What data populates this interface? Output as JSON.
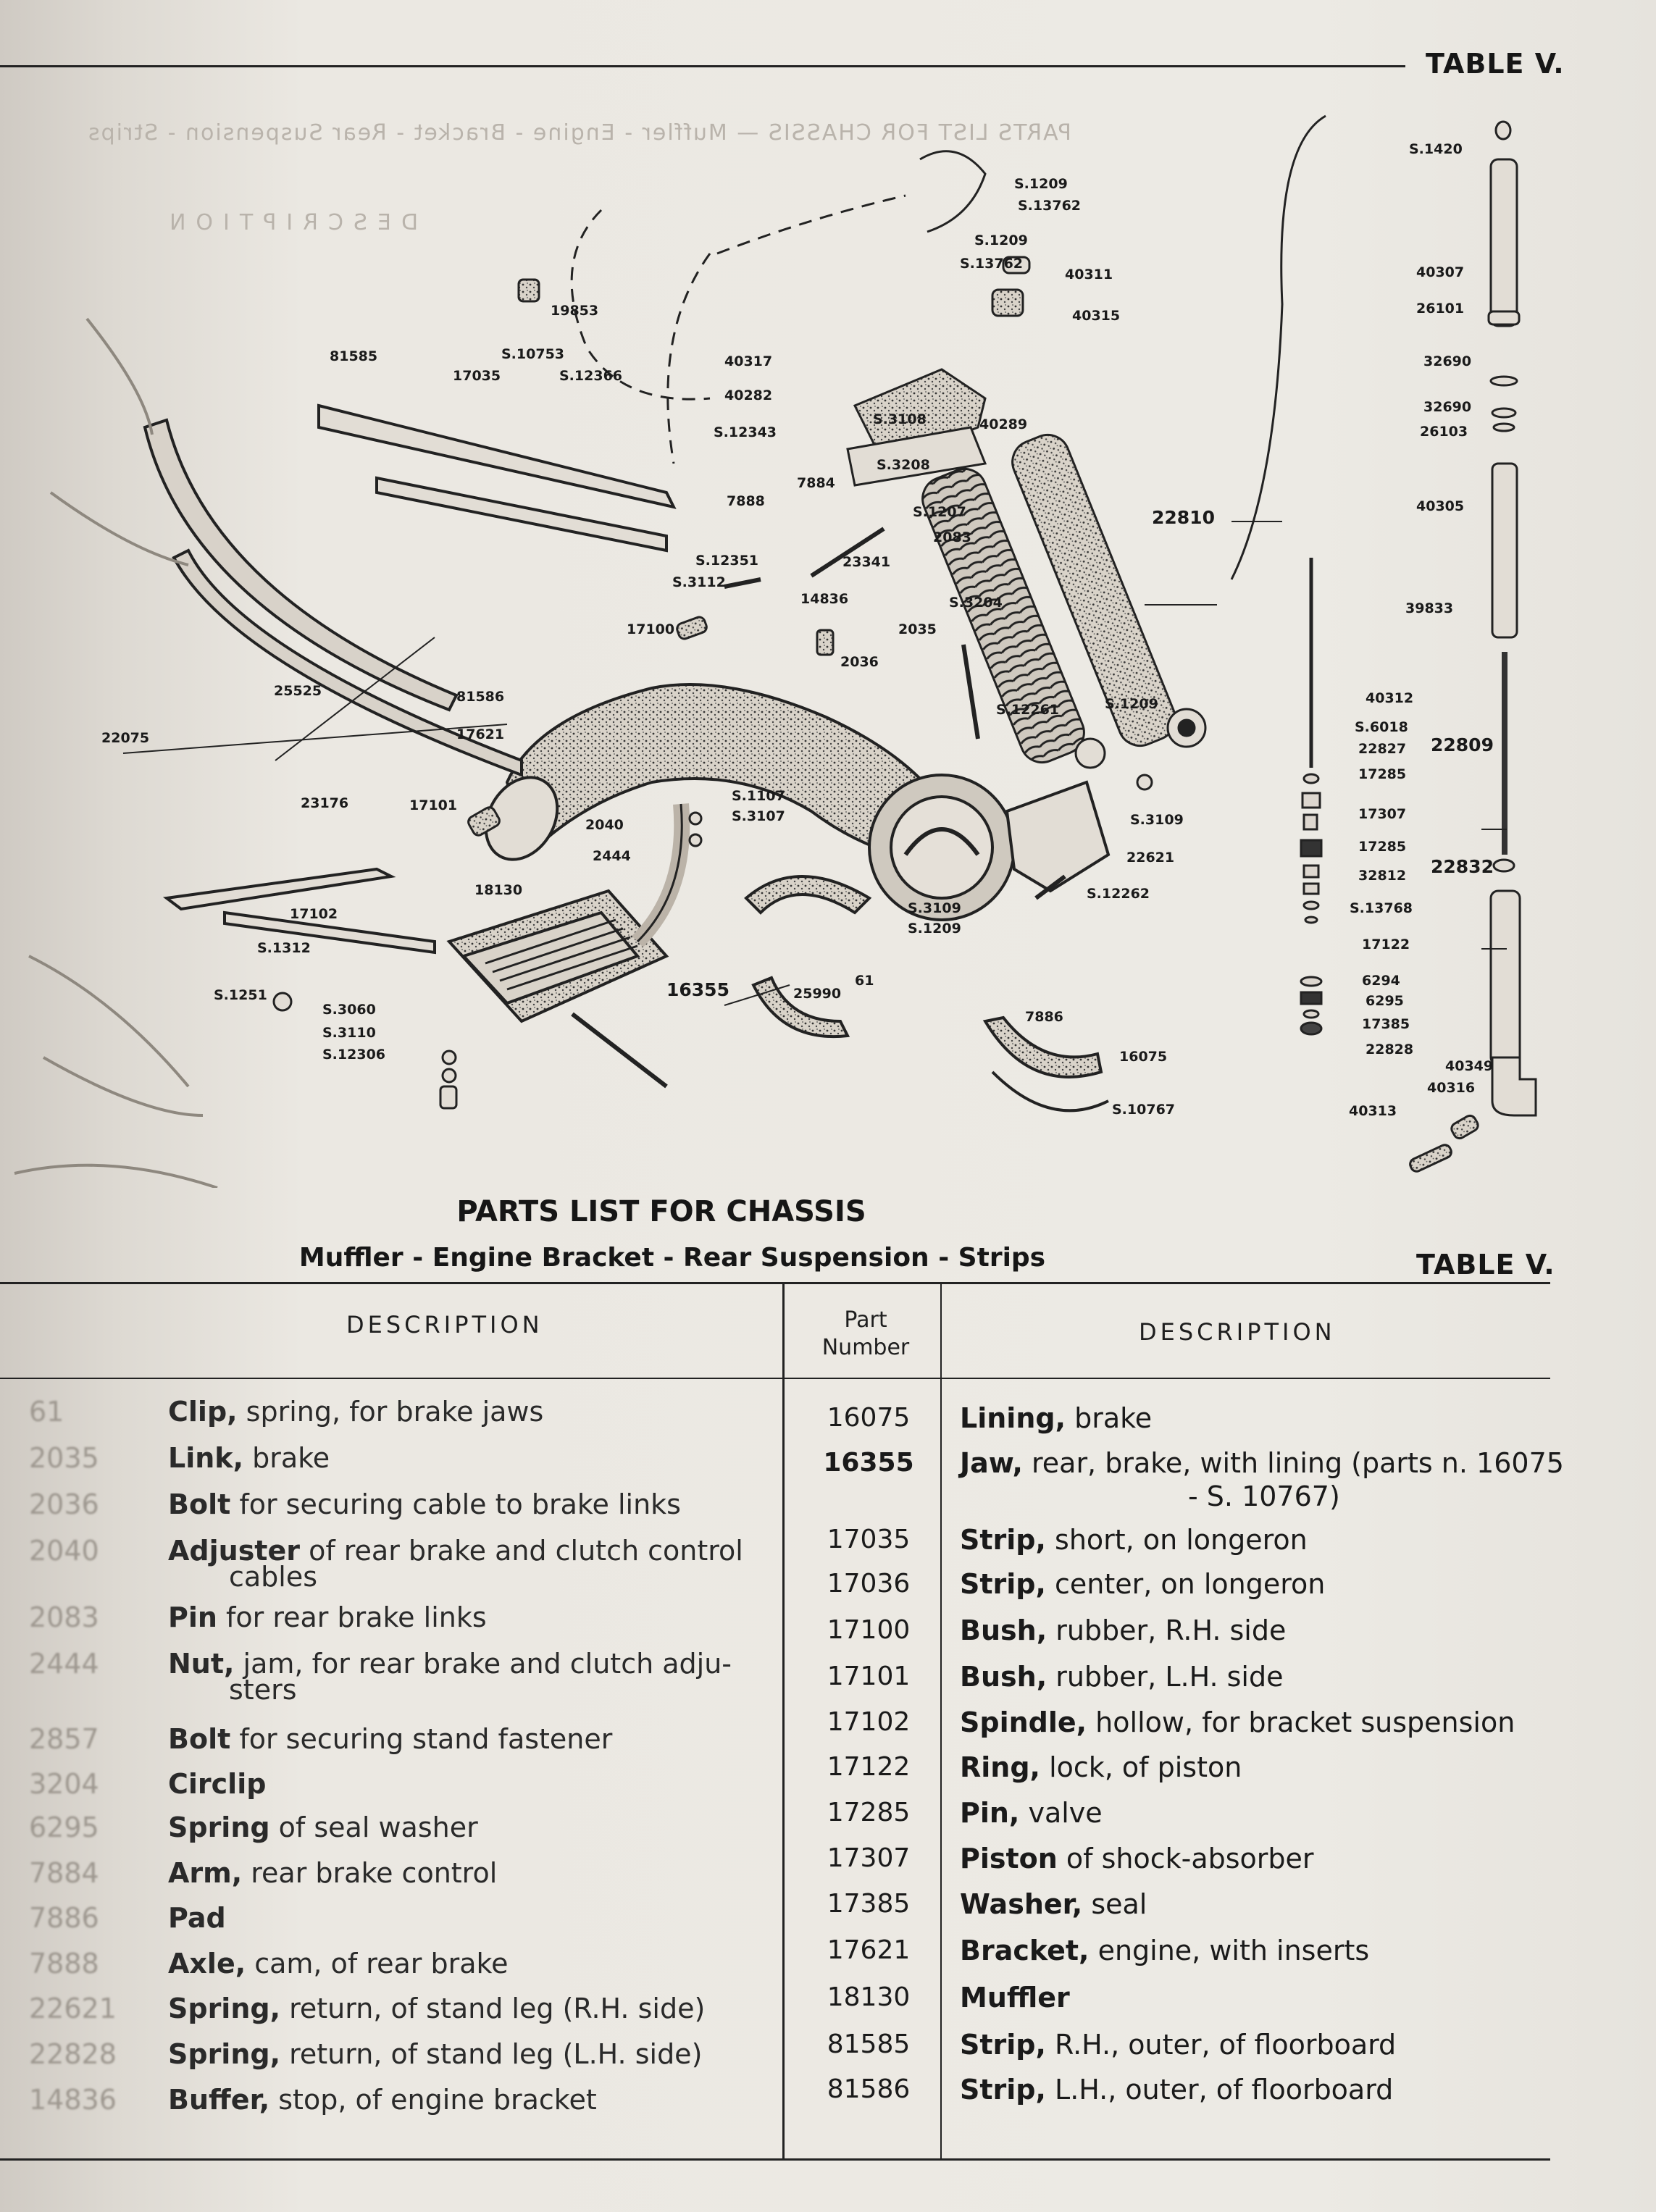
{
  "header": {
    "table_label": "TABLE V.",
    "bleed_through_title": "PARTS LIST FOR CHASSIS — Muffler - Engine - Bracket - Rear Suspension - Strips",
    "bleed_through_desc": "DESCRIPTION"
  },
  "diagram": {
    "labels": [
      "S.1420",
      "40307",
      "26101",
      "32690",
      "32690",
      "26103",
      "40305",
      "39833",
      "40312",
      "S.6018",
      "22827",
      "17285",
      "17307",
      "17285",
      "32812",
      "S.13768",
      "17122",
      "22809",
      "22832",
      "6294",
      "6295",
      "17385",
      "22828",
      "40349",
      "40316",
      "40313",
      "S.1209",
      "S.13762",
      "S.1209",
      "S.13762",
      "40311",
      "40315",
      "40317",
      "40282",
      "S.12343",
      "S.3108",
      "40289",
      "S.3208",
      "7884",
      "7888",
      "S.1207",
      "2083",
      "22810",
      "S.12351",
      "S.3112",
      "23341",
      "14836",
      "2035",
      "S.3204",
      "2036",
      "17100",
      "S.12261",
      "S.1209",
      "17621",
      "S.1107",
      "S.3107",
      "2040",
      "2444",
      "17101",
      "18130",
      "S.3109",
      "22621",
      "S.12262",
      "S.3109",
      "S.1209",
      "61",
      "16355",
      "25990",
      "7886",
      "16075",
      "S.10767",
      "19853",
      "81585",
      "S.10753",
      "17035",
      "S.12366",
      "25525",
      "81586",
      "22075",
      "23176",
      "17102",
      "S.1312",
      "S.3060",
      "S.3110",
      "S.12306",
      "S.1251"
    ]
  },
  "parts_list": {
    "title": "PARTS LIST FOR CHASSIS",
    "subtitle": "Muffler - Engine Bracket - Rear Suspension - Strips",
    "table_label": "TABLE V.",
    "col_desc_left": "DESCRIPTION",
    "col_part_number": "Part Number",
    "col_desc_right": "DESCRIPTION",
    "left_rows": [
      {
        "num": "61",
        "bold": "Clip,",
        "rest": " spring, for brake jaws"
      },
      {
        "num": "2035",
        "bold": "Link,",
        "rest": " brake"
      },
      {
        "num": "2036",
        "bold": "Bolt",
        "rest": " for securing cable to brake links"
      },
      {
        "num": "2040",
        "bold": "Adjuster",
        "rest": " of rear brake and clutch control",
        "cont": "cables"
      },
      {
        "num": "2083",
        "bold": "Pin",
        "rest": " for rear brake links"
      },
      {
        "num": "2444",
        "bold": "Nut,",
        "rest": " jam, for rear brake and clutch adju-",
        "cont": "sters"
      },
      {
        "num": "2857",
        "bold": "Bolt",
        "rest": " for securing stand fastener"
      },
      {
        "num": "3204",
        "bold": "Circlip",
        "rest": ""
      },
      {
        "num": "6295",
        "bold": "Spring",
        "rest": " of seal washer"
      },
      {
        "num": "7884",
        "bold": "Arm,",
        "rest": " rear brake control"
      },
      {
        "num": "7886",
        "bold": "Pad",
        "rest": ""
      },
      {
        "num": "7888",
        "bold": "Axle,",
        "rest": " cam, of rear brake"
      },
      {
        "num": "22621",
        "bold": "Spring,",
        "rest": " return, of stand leg (R.H. side)"
      },
      {
        "num": "22828",
        "bold": "Spring,",
        "rest": " return, of stand leg (L.H. side)"
      },
      {
        "num": "14836",
        "bold": "Buffer,",
        "rest": " stop, of engine bracket"
      }
    ],
    "right_rows": [
      {
        "part": "16075",
        "bold": "Lining,",
        "rest": " brake"
      },
      {
        "part": "16355",
        "bold": "Jaw,",
        "rest": " rear, brake, with lining (parts n. 16075",
        "cont": "- S. 10767)"
      },
      {
        "part": "17035",
        "bold": "Strip,",
        "rest": " short, on longeron"
      },
      {
        "part": "17036",
        "bold": "Strip,",
        "rest": " center, on longeron"
      },
      {
        "part": "17100",
        "bold": "Bush,",
        "rest": " rubber, R.H. side"
      },
      {
        "part": "17101",
        "bold": "Bush,",
        "rest": " rubber, L.H. side"
      },
      {
        "part": "17102",
        "bold": "Spindle,",
        "rest": " hollow, for bracket suspension"
      },
      {
        "part": "17122",
        "bold": "Ring,",
        "rest": " lock, of piston"
      },
      {
        "part": "17285",
        "bold": "Pin,",
        "rest": " valve"
      },
      {
        "part": "17307",
        "bold": "Piston",
        "rest": " of shock-absorber"
      },
      {
        "part": "17385",
        "bold": "Washer,",
        "rest": " seal"
      },
      {
        "part": "17621",
        "bold": "Bracket,",
        "rest": " engine, with inserts"
      },
      {
        "part": "18130",
        "bold": "Muffler",
        "rest": ""
      },
      {
        "part": "81585",
        "bold": "Strip,",
        "rest": " R.H., outer, of floorboard"
      },
      {
        "part": "81586",
        "bold": "Strip,",
        "rest": " L.H., outer, of floorboard"
      }
    ]
  }
}
